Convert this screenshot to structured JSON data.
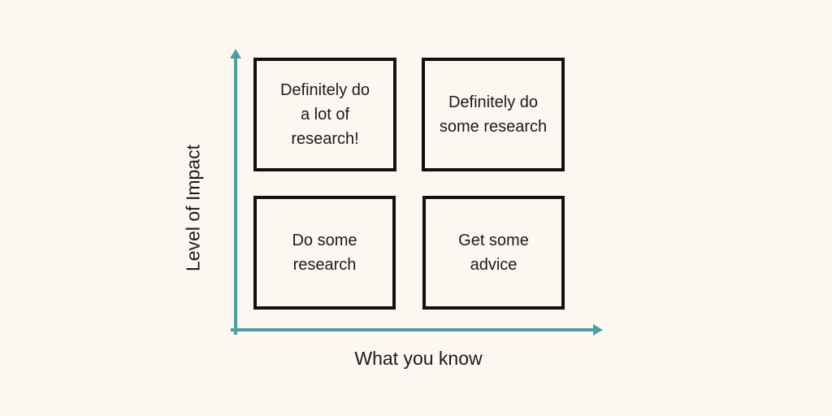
{
  "axes": {
    "x_label": "What you know",
    "y_label": "Level of Impact",
    "color": "#4e9ea0"
  },
  "quadrants": {
    "top_left": [
      "Definitely do",
      "a lot of",
      "research!"
    ],
    "top_right": [
      "Definitely do",
      "some research"
    ],
    "bottom_left": [
      "Do some",
      "research"
    ],
    "bottom_right": [
      "Get some",
      "advice"
    ]
  }
}
